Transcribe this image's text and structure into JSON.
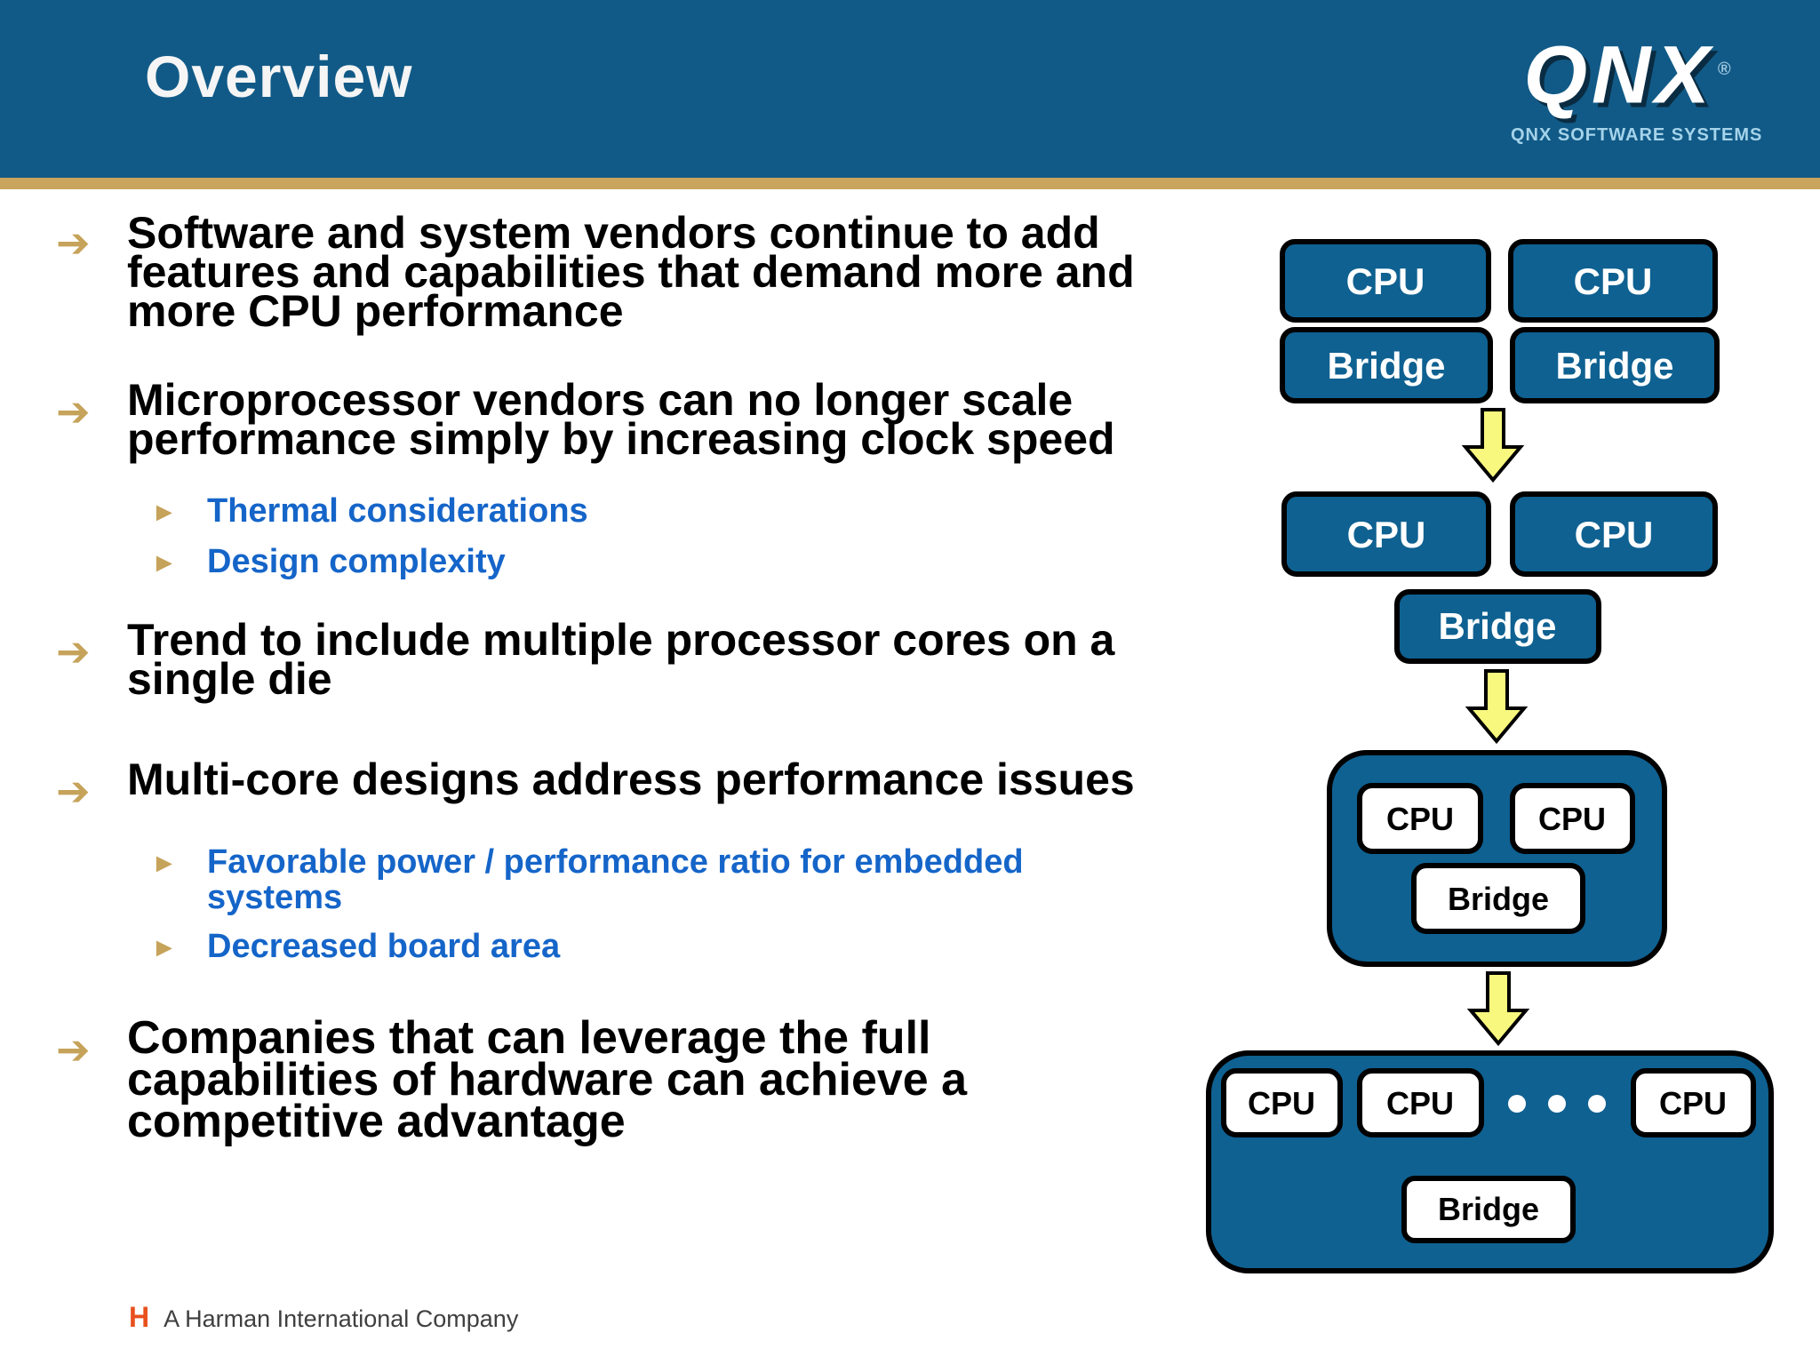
{
  "slide": {
    "title": "Overview"
  },
  "logo": {
    "brand": "QNX",
    "registered": "®",
    "tagline": "QNX SOFTWARE SYSTEMS"
  },
  "glyphs": {
    "main_bullet": "➔",
    "sub_bullet": "►"
  },
  "bullets": [
    {
      "level": 1,
      "lines": [
        "Software and system vendors continue to add",
        "features and capabilities that demand more and",
        "more CPU performance"
      ]
    },
    {
      "level": 1,
      "lines": [
        "Microprocessor vendors can no longer scale",
        "performance simply by increasing clock speed"
      ]
    },
    {
      "level": 2,
      "lines": [
        "Thermal considerations"
      ]
    },
    {
      "level": 2,
      "lines": [
        "Design complexity"
      ]
    },
    {
      "level": 1,
      "lines": [
        "Trend to include multiple processor cores on a",
        "single die"
      ]
    },
    {
      "level": 1,
      "lines": [
        "Multi-core designs address performance issues"
      ]
    },
    {
      "level": 2,
      "lines": [
        "Favorable power / performance ratio for embedded",
        "systems"
      ]
    },
    {
      "level": 2,
      "lines": [
        "Decreased board area"
      ]
    },
    {
      "level": 1,
      "lines": [
        "Companies that can leverage the full",
        "capabilities of hardware can achieve a",
        "competitive advantage"
      ]
    }
  ],
  "diagram": {
    "labels": {
      "cpu": "CPU",
      "bridge": "Bridge"
    },
    "ellipsis_dot_count": 3
  },
  "footer": {
    "mark": "H",
    "text": "A Harman International Company"
  },
  "colors": {
    "header_blue": "#115a87",
    "gold_bar": "#c8a45c",
    "box_blue": "#0f6191",
    "arrow_yellow": "#f8f87e",
    "bullet_gold": "#c6a35a",
    "sub_text_blue": "#1565c9",
    "harman_red": "#e8501e"
  }
}
